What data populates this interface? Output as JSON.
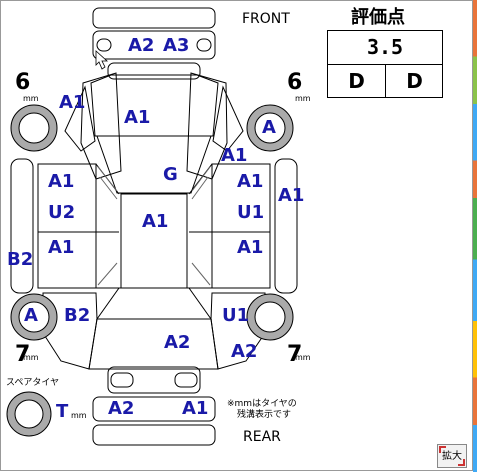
{
  "front_label": "FRONT",
  "rear_label": "REAR",
  "rating": {
    "title": "評価点",
    "score": "3.5",
    "interior_grade": "D",
    "exterior_grade": "D"
  },
  "tires": {
    "front_left_depth": "6",
    "front_right_depth": "6",
    "rear_left_depth": "7",
    "rear_right_depth": "7",
    "spare_label": "スペアタイヤ",
    "spare_code": "T",
    "unit": "mm"
  },
  "note": {
    "line1": "※mmはタイヤの",
    "line2": "残溝表示です"
  },
  "damage": {
    "front_bumper_left": "A2",
    "front_bumper_right": "A3",
    "front_left_fender": "A1",
    "hood": "A1",
    "windshield": "G",
    "front_right_fender": "A1",
    "front_left_wheel": "",
    "front_right_wheel": "A",
    "left_front_door_1": "A1",
    "left_front_door_2": "U2",
    "left_rear_door": "A1",
    "left_side_sill": "B2",
    "roof": "A1",
    "right_front_door_1": "A1",
    "right_front_door_2": "U1",
    "right_rear_door": "A1",
    "right_side_panel": "A1",
    "rear_left_wheel": "A",
    "rear_left_quarter": "B2",
    "rear_right_quarter": "U1",
    "rear_window": "A2",
    "trunk": "A2",
    "rear_bumper_left": "A2",
    "rear_bumper_right": "A1"
  },
  "zoom_label": "拡大"
}
